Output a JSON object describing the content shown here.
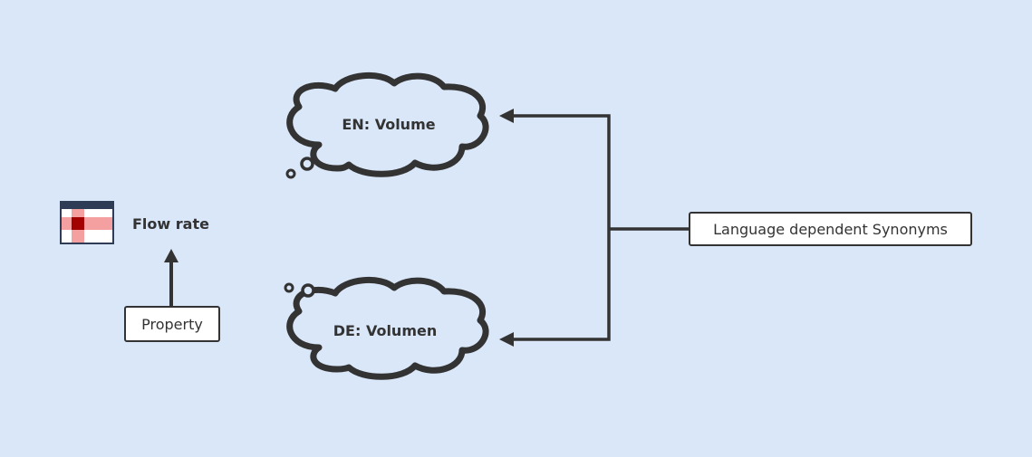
{
  "property": {
    "label": "Flow rate",
    "tag": "Property",
    "icon": "table-grid-icon"
  },
  "synonyms": {
    "label": "Language dependent Synonyms",
    "items": [
      {
        "text": "EN: Volume"
      },
      {
        "text": "DE: Volumen"
      }
    ]
  },
  "colors": {
    "background": "#d9e7f9",
    "stroke": "#333333",
    "table_header": "#2f3c55",
    "table_highlight": "#f4a0a0",
    "table_cell": "#a30000"
  }
}
